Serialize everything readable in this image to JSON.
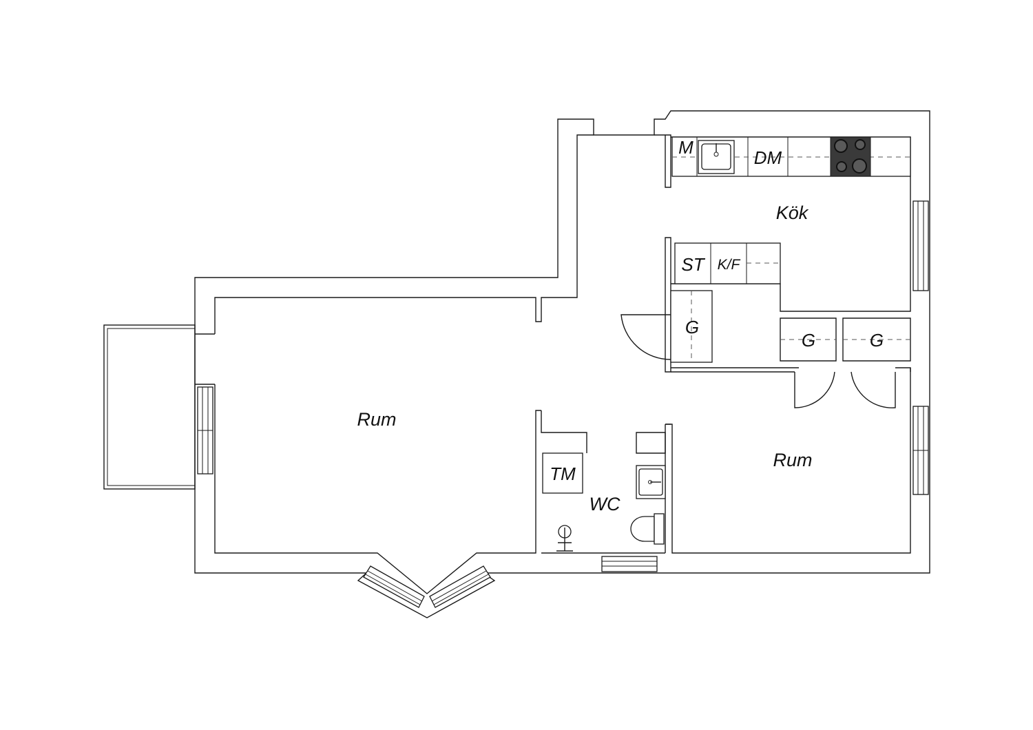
{
  "rooms": {
    "kitchen": "Kök",
    "living": "Rum",
    "bedroom": "Rum",
    "wc": "WC"
  },
  "fixtures": {
    "microwave": "M",
    "dishwasher": "DM",
    "stove": "ST",
    "fridge_freezer": "K/F",
    "closet_hall": "G",
    "closet_1": "G",
    "closet_2": "G",
    "washer": "TM"
  },
  "colors": {
    "line": "#1a1a1a",
    "hob": "#3a3a3a",
    "background": "#ffffff"
  }
}
